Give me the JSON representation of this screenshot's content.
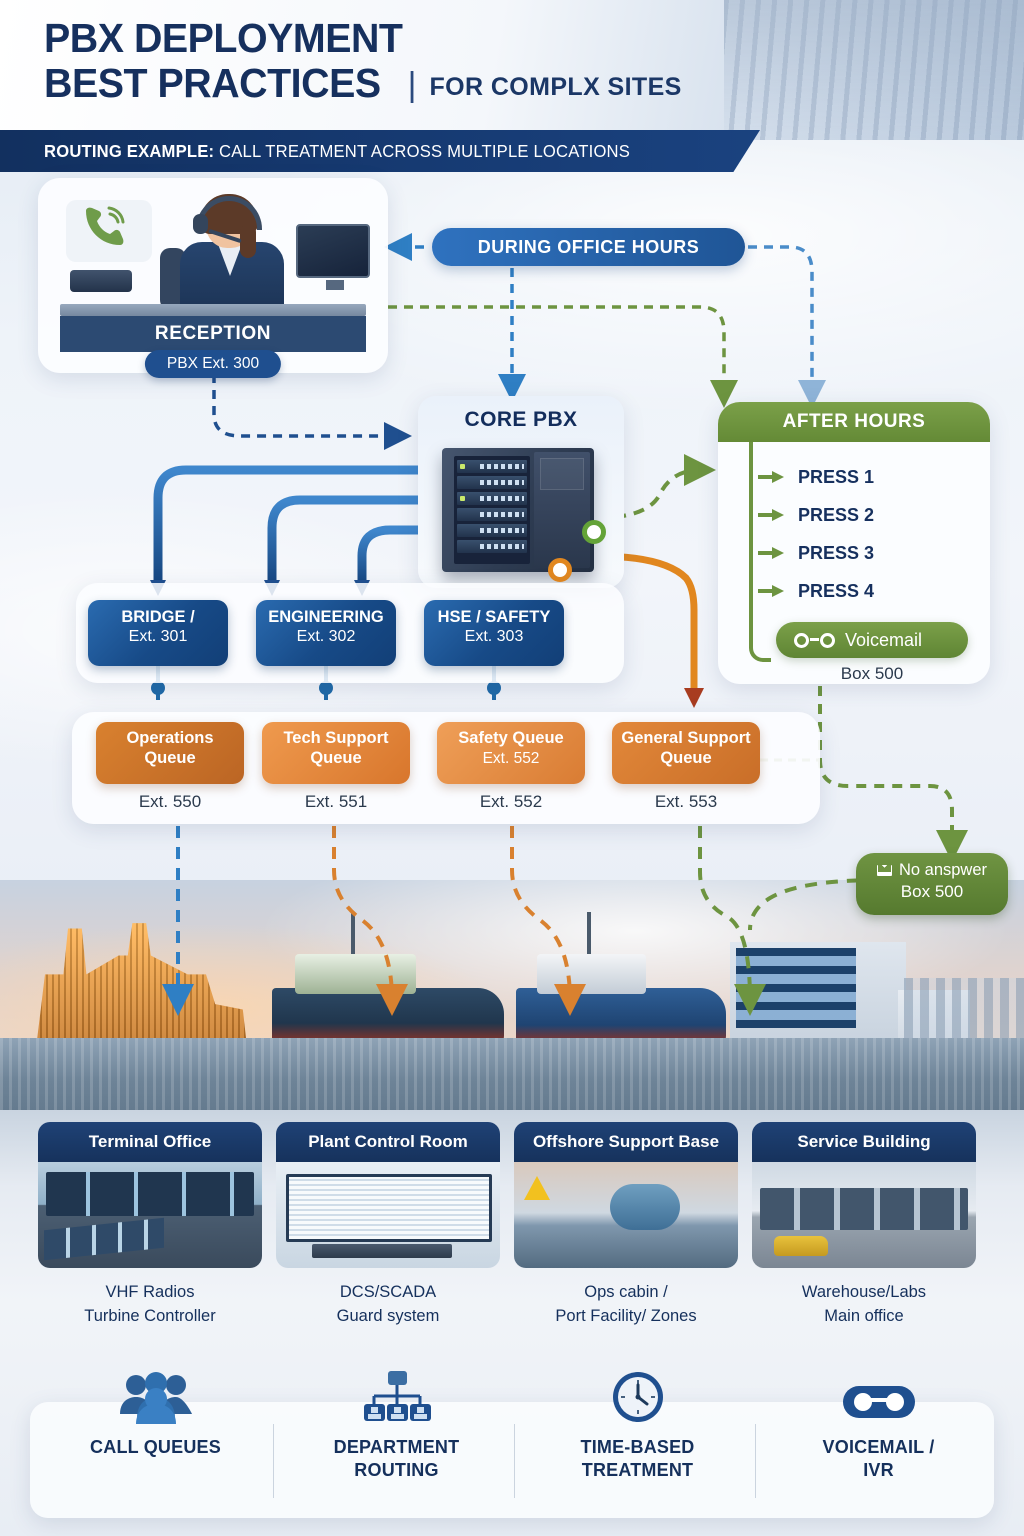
{
  "header": {
    "title_line1": "PBX DEPLOYMENT",
    "title_line2": "BEST PRACTICES",
    "separator": "|",
    "subtitle": "FOR COMPLX SITES",
    "banner_bold": "ROUTING EXAMPLE:",
    "banner_rest": " CALL TREATMENT ACROSS MULTIPLE LOCATIONS"
  },
  "reception": {
    "title": "RECEPTION",
    "extension": "PBX Ext. 300",
    "phone_icon": "phone-call-icon"
  },
  "office_hours": {
    "label": "DURING OFFICE HOURS"
  },
  "core_pbx": {
    "title": "CORE PBX",
    "green_port": "green-port-icon",
    "orange_port": "orange-port-icon"
  },
  "after_hours": {
    "title": "AFTER HOURS",
    "options": [
      {
        "label": "PRESS 1"
      },
      {
        "label": "PRESS 2"
      },
      {
        "label": "PRESS 3"
      },
      {
        "label": "PRESS 4"
      }
    ],
    "voicemail_label": "Voicemail",
    "voicemail_box": "Box 500",
    "voicemail_icon": "voicemail-icon"
  },
  "departments": [
    {
      "name": "BRIDGE /",
      "ext": "Ext. 301"
    },
    {
      "name": "ENGINEERING",
      "ext": "Ext. 302"
    },
    {
      "name": "HSE / SAFETY",
      "ext": "Ext. 303"
    }
  ],
  "queues": [
    {
      "line1": "Operations",
      "line2": "Queue",
      "ext": "Ext. 550"
    },
    {
      "line1": "Tech Support",
      "line2": "Queue",
      "ext": "Ext. 551"
    },
    {
      "line1": "Safety Queue",
      "line2": "Ext. 552",
      "ext": "Ext. 552"
    },
    {
      "line1": "General Support",
      "line2": "Queue",
      "ext": "Ext. 553"
    }
  ],
  "no_answer": {
    "label": "No anspwer",
    "box": "Box 500",
    "icon": "envelope-icon"
  },
  "locations": [
    {
      "title": "Terminal Office",
      "caption_line1": "VHF Radios",
      "caption_line2": "Turbine Controller",
      "image": "control-room-photo"
    },
    {
      "title": "Plant Control Room",
      "caption_line1": "DCS/SCADA",
      "caption_line2": "Guard system",
      "image": "scada-workstation-photo"
    },
    {
      "title": "Offshore Support Base",
      "caption_line1": "Ops cabin /",
      "caption_line2": "Port Facility/ Zones",
      "image": "port-facility-photo"
    },
    {
      "title": "Service Building",
      "caption_line1": "Warehouse/Labs",
      "caption_line2": "Main office",
      "image": "warehouse-photo"
    }
  ],
  "features": [
    {
      "label_line1": "CALL QUEUES",
      "label_line2": "",
      "icon": "users-group-icon"
    },
    {
      "label_line1": "DEPARTMENT",
      "label_line2": "ROUTING",
      "icon": "org-chart-icon"
    },
    {
      "label_line1": "TIME-BASED",
      "label_line2": "TREATMENT",
      "icon": "clock-icon"
    },
    {
      "label_line1": "VOICEMAIL /",
      "label_line2": "IVR",
      "icon": "voicemail-icon"
    }
  ],
  "colors": {
    "navy": "#15305c",
    "banner_navy": "#16325c",
    "blue_accent": "#2f72bf",
    "green_accent": "#6d9440",
    "orange_accent": "#d9812f",
    "dept_blue": "#174a87"
  }
}
